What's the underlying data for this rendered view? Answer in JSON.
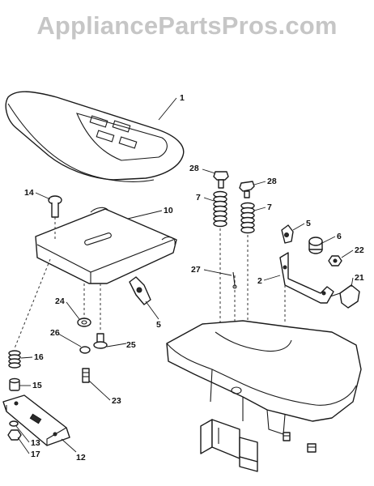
{
  "watermark": "AppliancePartsPros.com",
  "callouts": [
    {
      "id": "c1",
      "label": "1"
    },
    {
      "id": "c14",
      "label": "14"
    },
    {
      "id": "c10",
      "label": "10"
    },
    {
      "id": "c28a",
      "label": "28"
    },
    {
      "id": "c28b",
      "label": "28"
    },
    {
      "id": "c7a",
      "label": "7"
    },
    {
      "id": "c7b",
      "label": "7"
    },
    {
      "id": "c5a",
      "label": "5"
    },
    {
      "id": "c6",
      "label": "6"
    },
    {
      "id": "c22",
      "label": "22"
    },
    {
      "id": "c27",
      "label": "27"
    },
    {
      "id": "c2",
      "label": "2"
    },
    {
      "id": "c21",
      "label": "21"
    },
    {
      "id": "c24",
      "label": "24"
    },
    {
      "id": "c5b",
      "label": "5"
    },
    {
      "id": "c26",
      "label": "26"
    },
    {
      "id": "c25",
      "label": "25"
    },
    {
      "id": "c16",
      "label": "16"
    },
    {
      "id": "c15",
      "label": "15"
    },
    {
      "id": "c23",
      "label": "23"
    },
    {
      "id": "c13",
      "label": "13"
    },
    {
      "id": "c17",
      "label": "17"
    },
    {
      "id": "c12",
      "label": "12"
    }
  ]
}
